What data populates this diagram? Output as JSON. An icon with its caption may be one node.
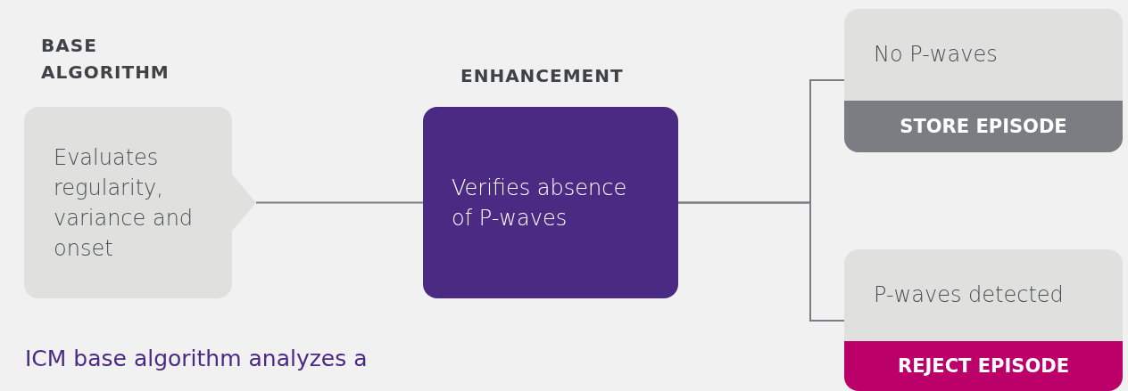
{
  "diagram": {
    "caption": "ICM base algorithm analyzes a",
    "nodes": [
      {
        "text": [
          "BASE ALGORITHM",
          "Evaluates regularity, variance and onset"
        ]
      },
      {
        "text": [
          "ENHANCEMENT",
          "Verifies absence of P-waves"
        ]
      },
      {
        "text": [
          "No P-waves",
          "STORE EPISODE"
        ]
      },
      {
        "text": [
          "P-waves detected",
          "REJECT EPISODE"
        ]
      }
    ],
    "edges": [
      {
        "from": 0,
        "to": 1,
        "arrow": "none"
      },
      {
        "from": 1,
        "to": 2,
        "arrow": "none"
      },
      {
        "from": 1,
        "to": 3,
        "arrow": "none"
      }
    ]
  }
}
